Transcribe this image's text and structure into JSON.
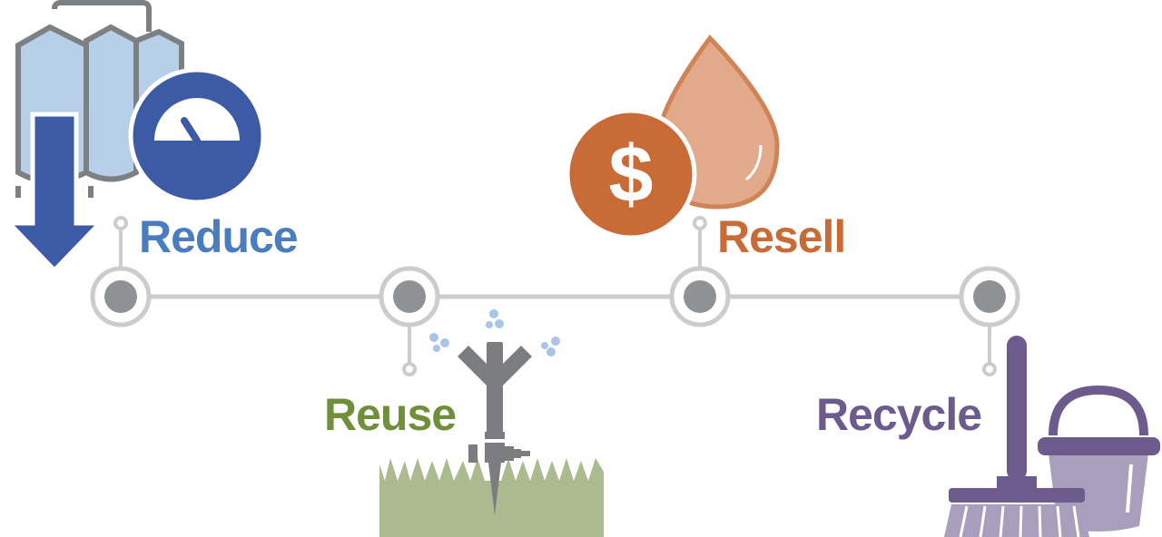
{
  "stages": [
    {
      "label": "Reduce",
      "color": "#4a7dbf",
      "icon": "silo-gauge-icon"
    },
    {
      "label": "Reuse",
      "color": "#6f8f3b",
      "icon": "sprinkler-icon"
    },
    {
      "label": "Resell",
      "color": "#c96b37",
      "icon": "dollar-drop-icon"
    },
    {
      "label": "Recycle",
      "color": "#6d5b8e",
      "icon": "broom-bucket-icon"
    }
  ],
  "symbols": {
    "dollar": "$"
  }
}
